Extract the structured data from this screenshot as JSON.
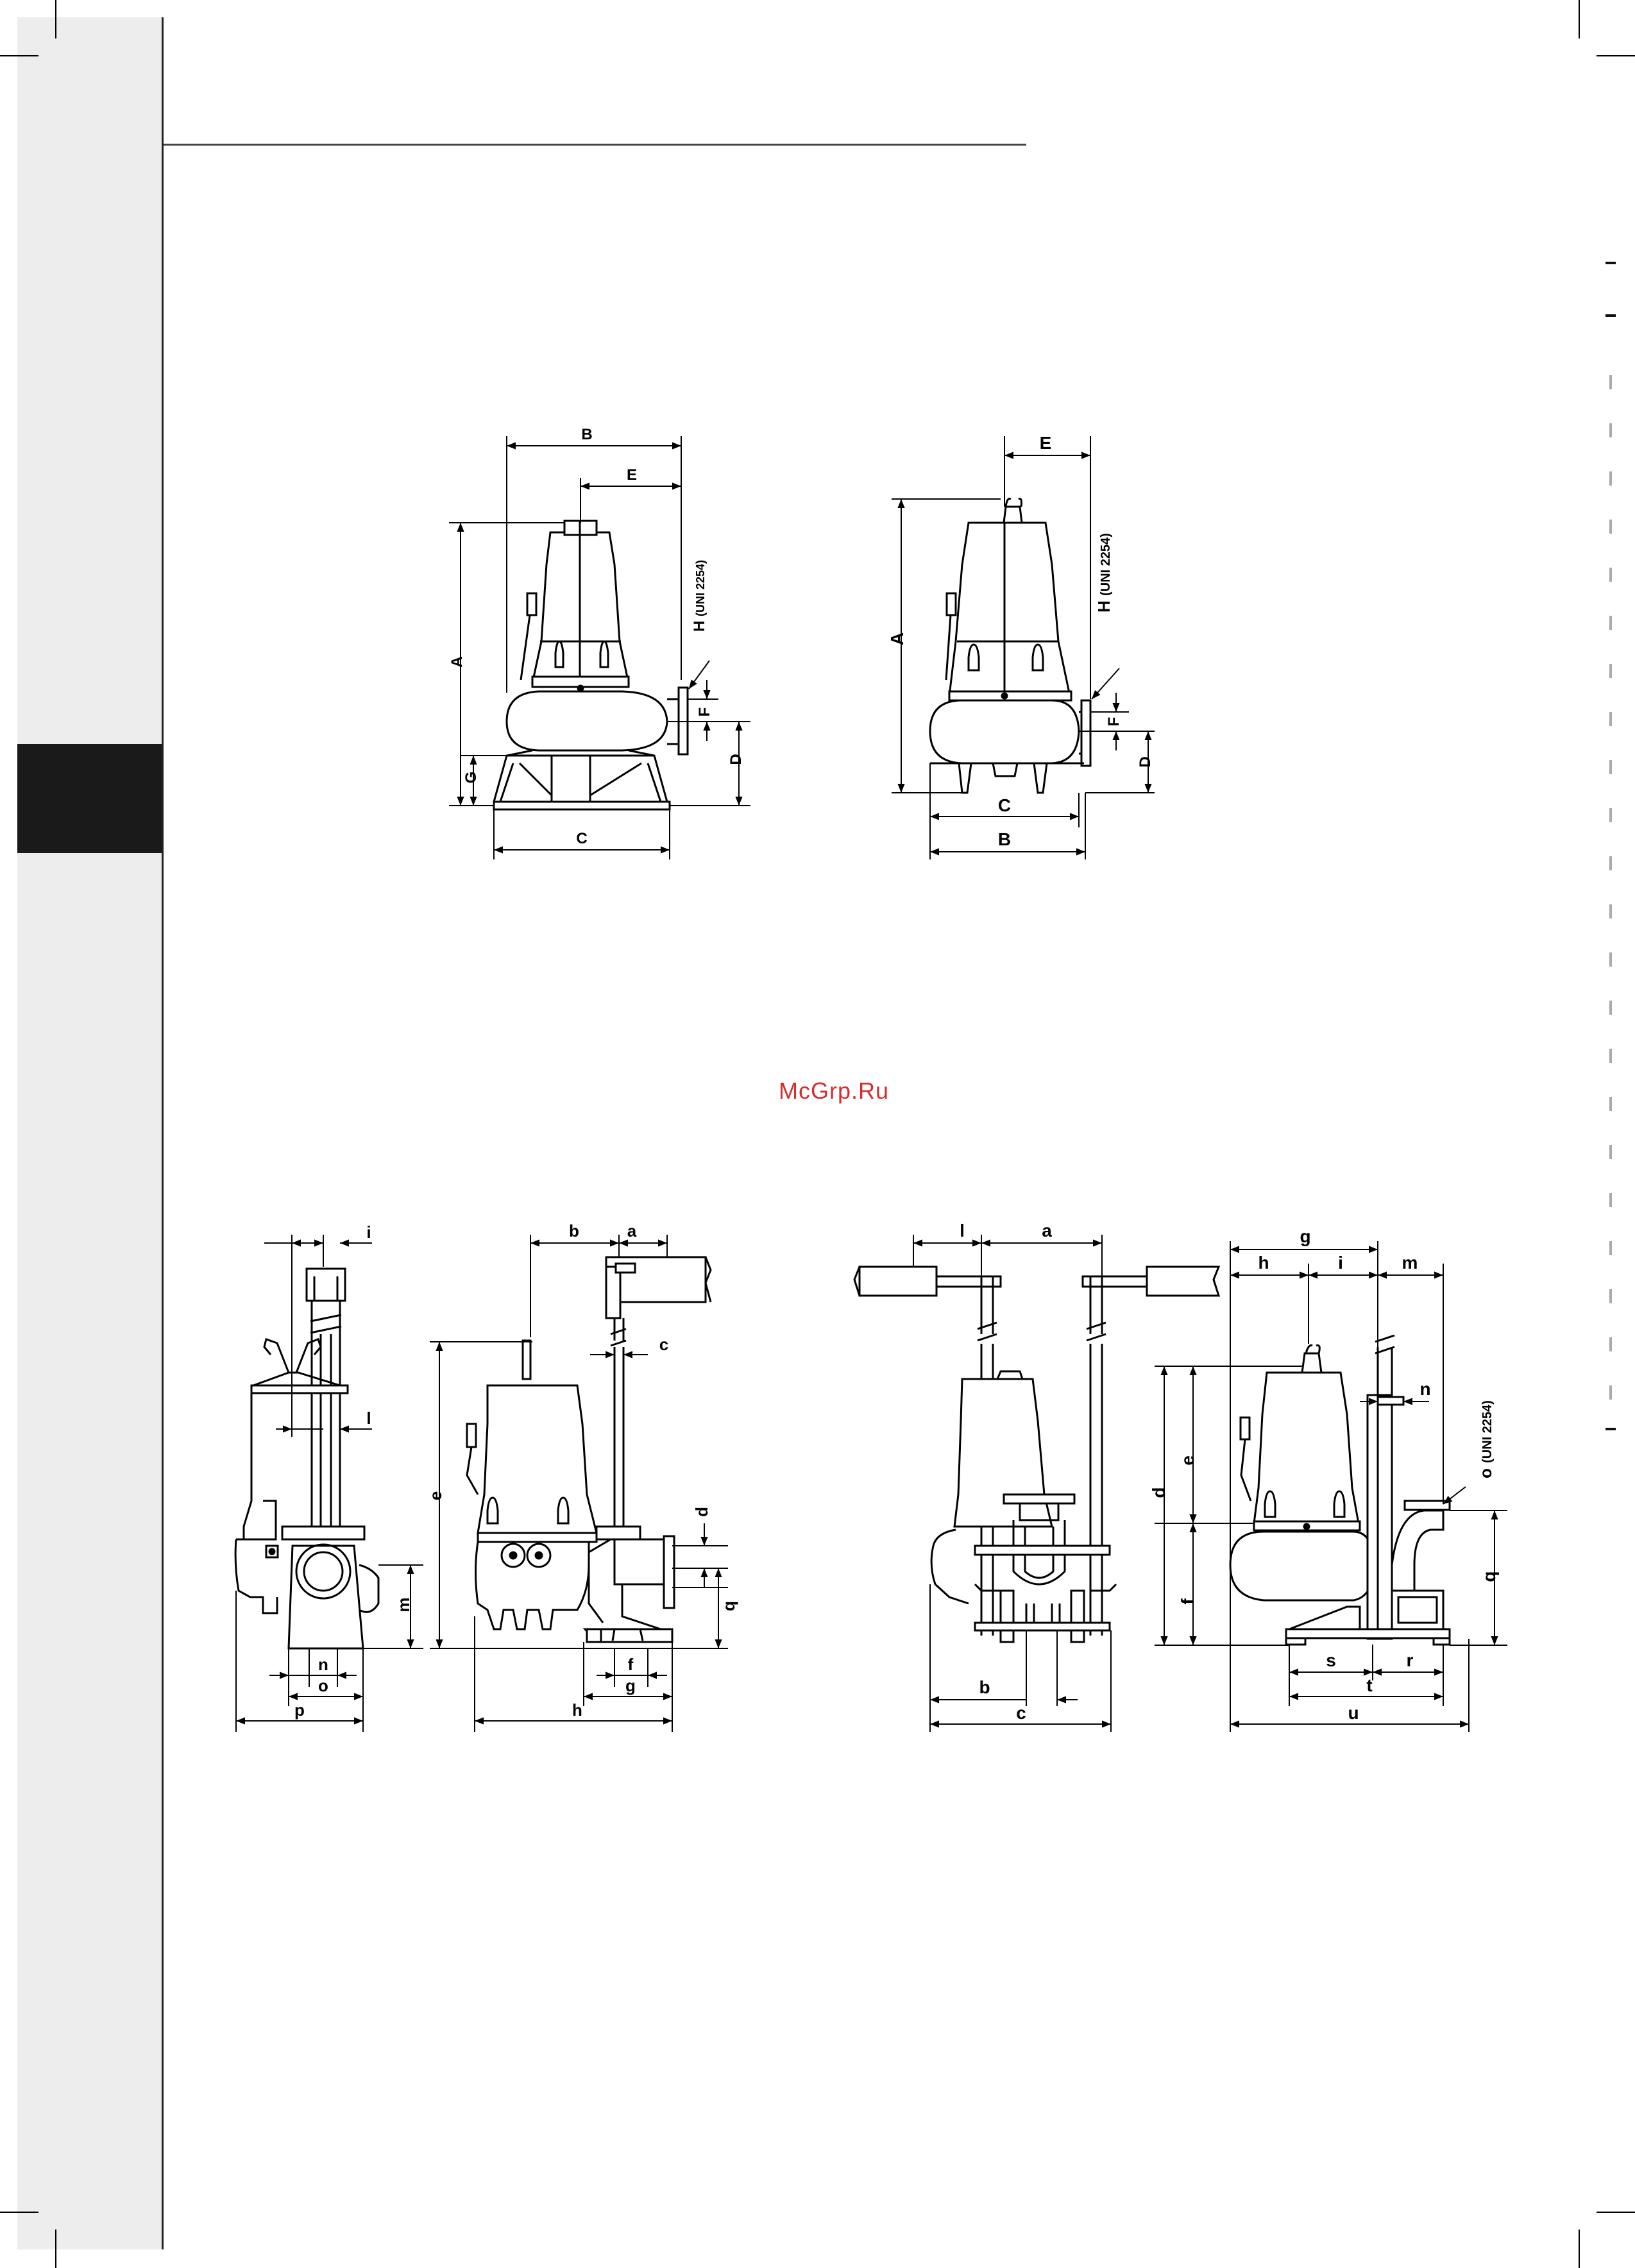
{
  "watermark": "McGrp.Ru",
  "top_left": {
    "B": "B",
    "E": "E",
    "A": "A",
    "G": "G",
    "C": "C",
    "F": "F",
    "D": "D",
    "H": "H",
    "H_std": "(UNI 2254)"
  },
  "top_right": {
    "E": "E",
    "A": "A",
    "C": "C",
    "B": "B",
    "F": "F",
    "D": "D",
    "H": "H",
    "H_std": "(UNI 2254)"
  },
  "bottom_a": {
    "i": "i",
    "l": "l",
    "m": "m",
    "n": "n",
    "o": "o",
    "p": "p"
  },
  "bottom_b": {
    "b": "b",
    "a": "a",
    "c": "c",
    "e": "e",
    "d": "d",
    "q": "q",
    "f": "f",
    "g": "g",
    "h": "h"
  },
  "bottom_c": {
    "l": "l",
    "a": "a",
    "b": "b",
    "c": "c"
  },
  "bottom_d": {
    "g": "g",
    "h": "h",
    "i": "i",
    "m": "m",
    "n": "n",
    "o": "o",
    "o_std": "(UNI 2254)",
    "d": "d",
    "e": "e",
    "f": "f",
    "q": "q",
    "s": "s",
    "r": "r",
    "t": "t",
    "u": "u"
  }
}
